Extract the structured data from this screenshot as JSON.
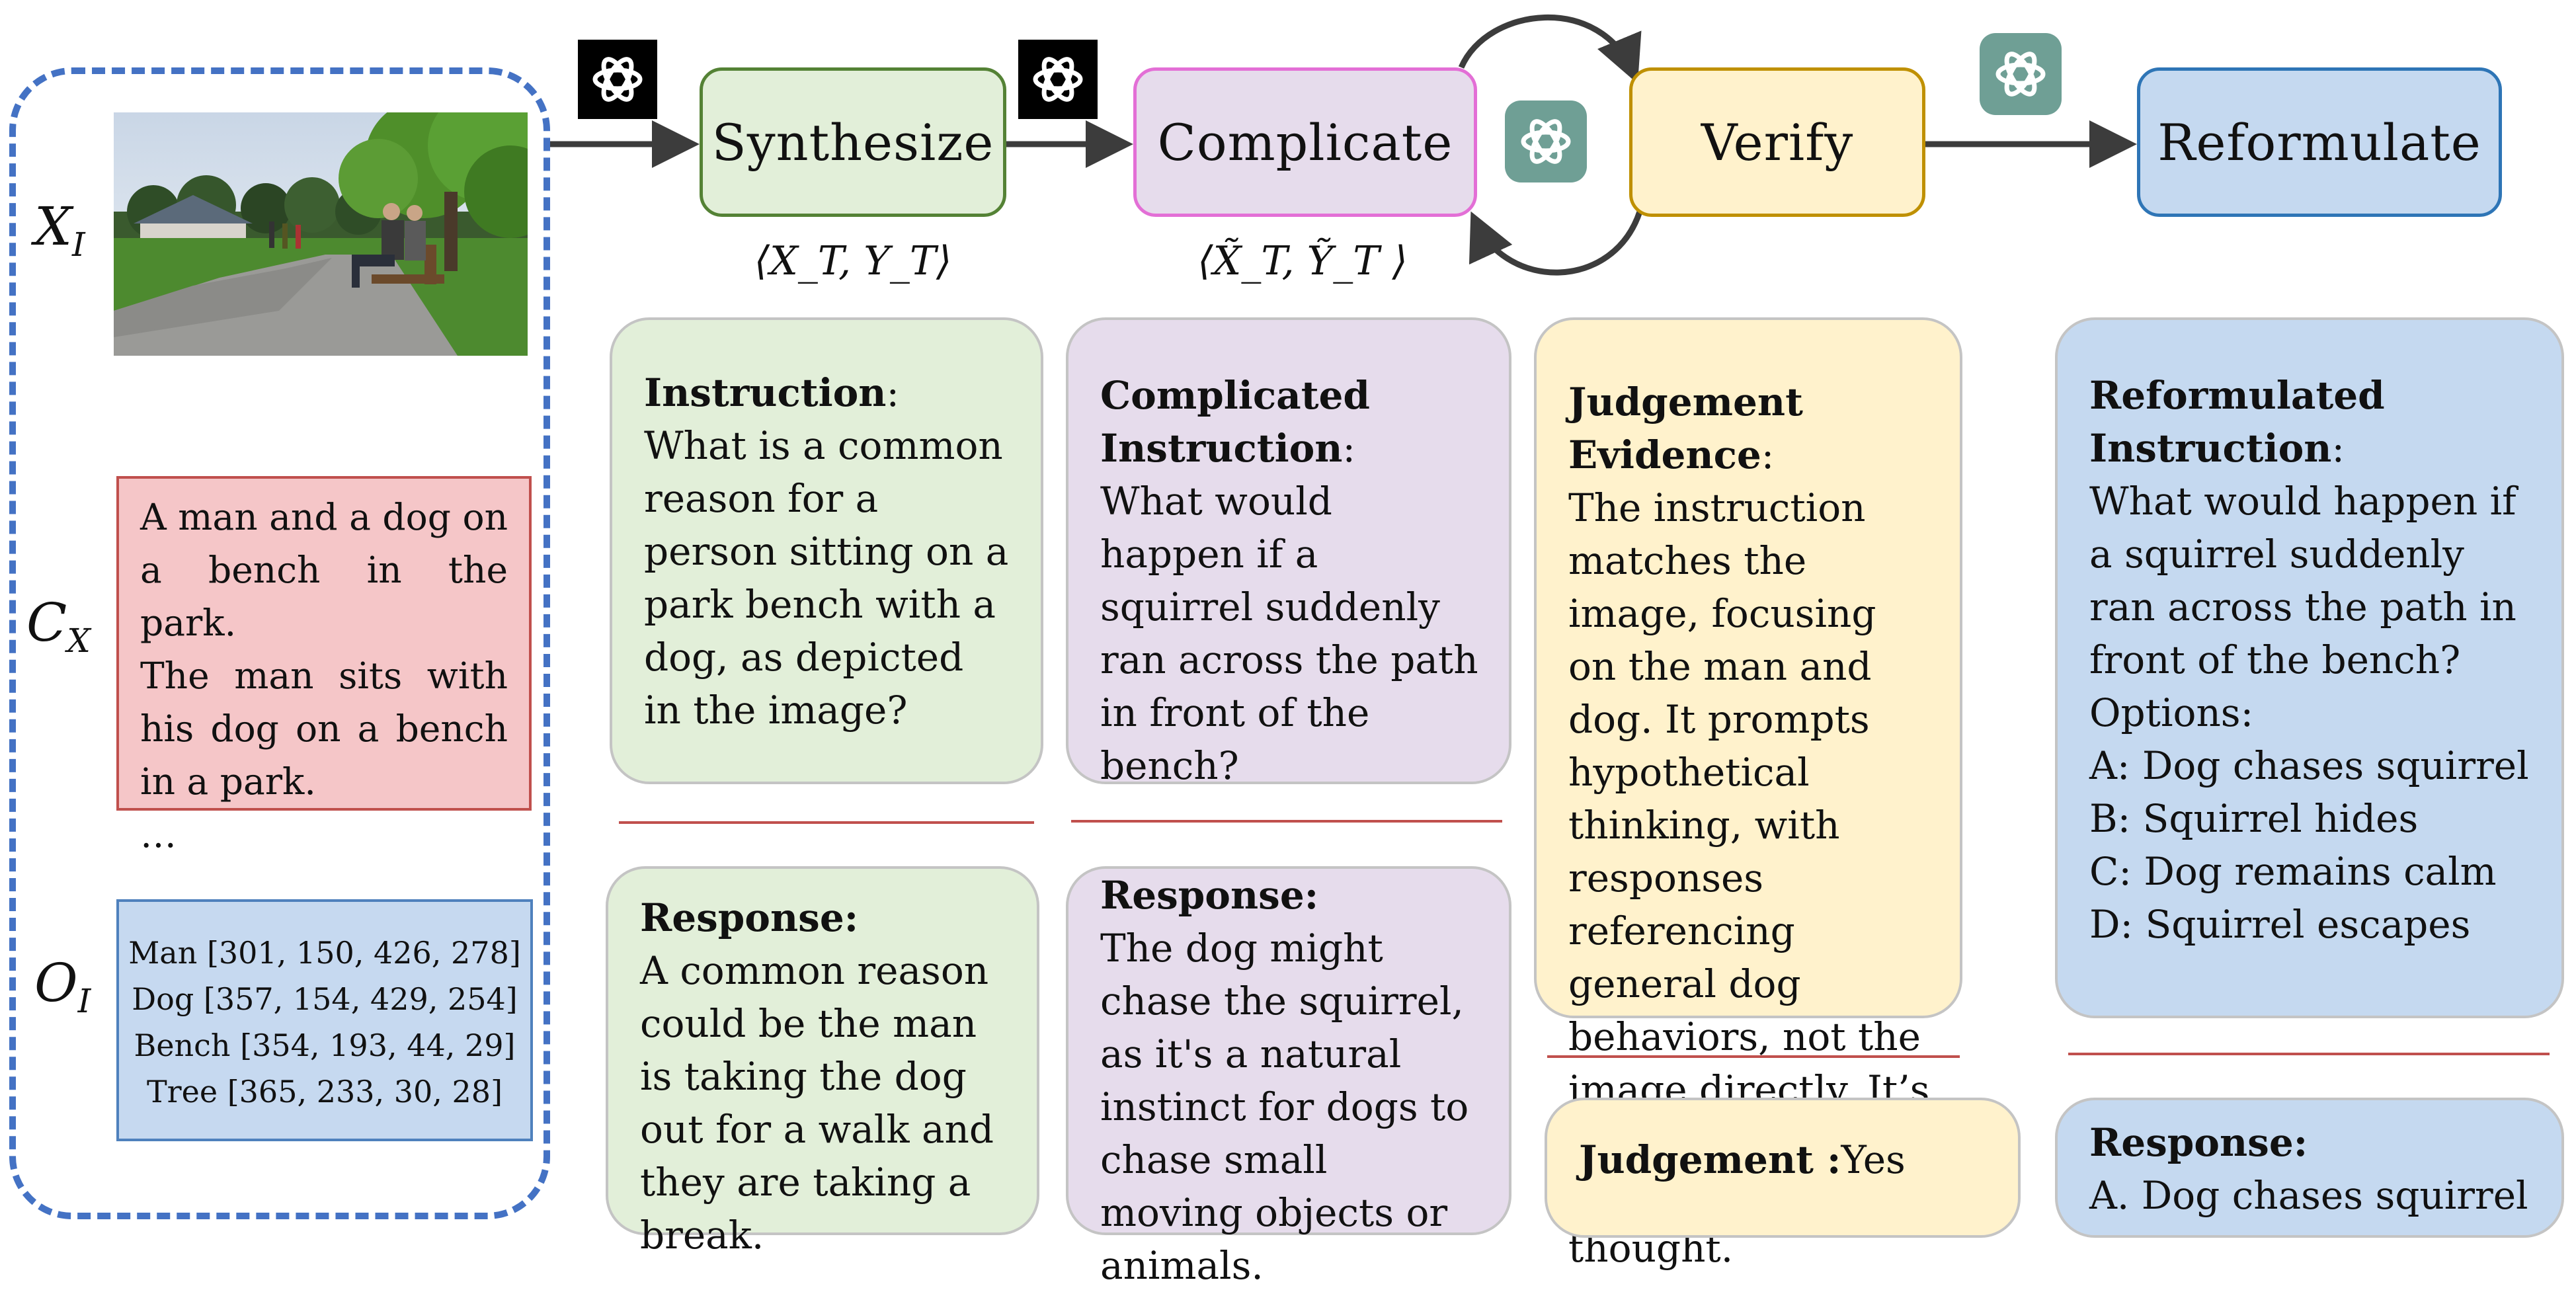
{
  "left": {
    "image_label": {
      "base": "X",
      "sub": "I"
    },
    "caption_label": {
      "base": "C",
      "sub": "X"
    },
    "objects_label": {
      "base": "O",
      "sub": "I"
    },
    "caption_lines": [
      "A man and a dog on a bench in the park.",
      "The man sits with his dog on a bench in a park."
    ],
    "caption_ellipsis": "…",
    "objects": [
      "Man [301, 150, 426, 278]",
      "Dog [357, 154, 429, 254]",
      "Bench [354, 193, 44, 29]",
      "Tree [365, 233, 30, 28]"
    ]
  },
  "stages": {
    "synthesize": "Synthesize",
    "complicate": "Complicate",
    "verify": "Verify",
    "reformulate": "Reformulate"
  },
  "pairs": {
    "synthesize": "⟨X_T, Y_T⟩",
    "complicate": "⟨X̃_T, Ỹ_T ⟩"
  },
  "icons": {
    "gpt_black_1": "openai-logo-icon",
    "gpt_black_2": "openai-logo-icon",
    "gpt_teal_loop": "openai-logo-icon",
    "gpt_teal_verify": "openai-logo-icon",
    "colors": {
      "black": "#000000",
      "teal": "#6f9f95"
    }
  },
  "cards": {
    "synth_instruction": {
      "heading": "Instruction",
      "text": "What is a common reason for a person sitting on a park bench with a dog, as depicted in the image?"
    },
    "synth_response": {
      "heading": "Response:",
      "text": "A common reason could be the man is taking the dog out for a walk and they are taking a break."
    },
    "comp_instruction": {
      "heading": "Complicated Instruction",
      "text": "What would happen if a squirrel suddenly ran across the path in front of the bench?"
    },
    "comp_response": {
      "heading": "Response:",
      "text": "The dog might chase the squirrel, as it's a natural instinct for dogs to chase small moving objects or animals."
    },
    "verify_evidence": {
      "heading": "Judgement Evidence",
      "text": "The instruction matches the image, focusing on the man and dog. It prompts hypothetical thinking, with responses referencing general dog behaviors, not the image directly. It’s reasonable and requires critical thought."
    },
    "verify_judgement": {
      "heading": "Judgement :",
      "value": "Yes"
    },
    "ref_instruction": {
      "heading": "Reformulated Instruction",
      "text": "What would happen if a squirrel suddenly ran across the path in front of the bench?",
      "options_label": "Options:",
      "options": [
        "A: Dog chases squirrel",
        "B: Squirrel hides",
        "C: Dog remains calm",
        "D: Squirrel escapes"
      ]
    },
    "ref_response": {
      "heading": "Response:",
      "text": "A. Dog chases squirrel"
    }
  }
}
